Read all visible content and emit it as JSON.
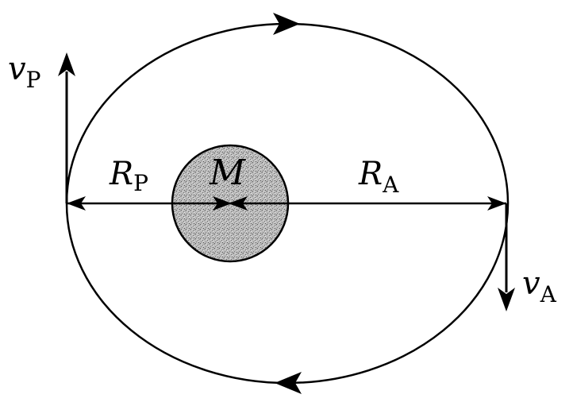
{
  "labels": {
    "central_mass": "M",
    "perihelion_distance": {
      "main": "R",
      "sub": "P"
    },
    "aphelion_distance": {
      "main": "R",
      "sub": "A"
    },
    "perihelion_velocity": {
      "main": "v",
      "sub": "P"
    },
    "aphelion_velocity": {
      "main": "v",
      "sub": "A"
    }
  },
  "colors": {
    "stroke": "#000000",
    "planet_fill": "#b8b8b8",
    "background": "#ffffff"
  }
}
